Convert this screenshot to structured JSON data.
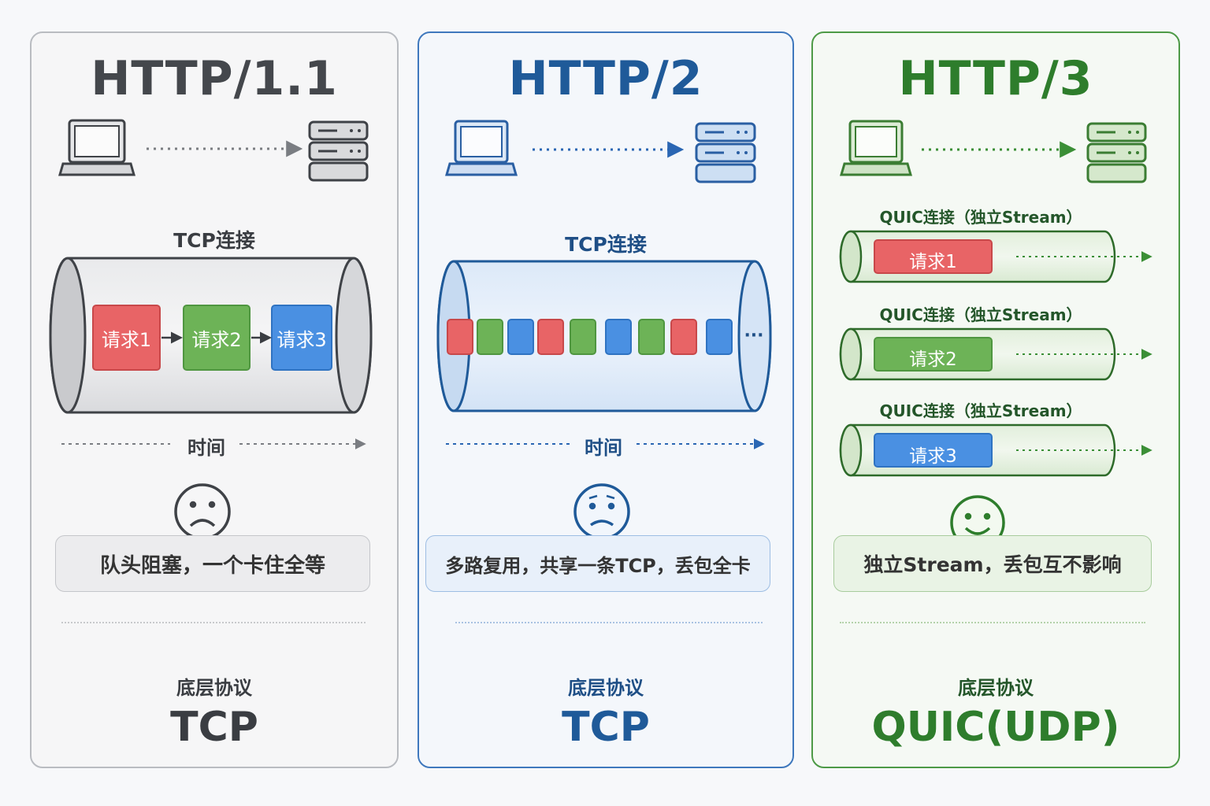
{
  "colors": {
    "gray": "#44474c",
    "blue": "#1f5a99",
    "green": "#2e7d2c",
    "red": "#e86466",
    "green_block": "#6db357",
    "blue_block": "#4a90e2"
  },
  "icons": {
    "client": "laptop-icon",
    "server": "server-icon"
  },
  "http11": {
    "title": "HTTP/1.1",
    "conn_label": "TCP连接",
    "requests": [
      "请求1",
      "请求2",
      "请求3"
    ],
    "time_label": "时间",
    "mood": "sad-face-icon",
    "note": "队头阻塞，一个卡住全等",
    "proto_label": "底层协议",
    "proto": "TCP"
  },
  "http2": {
    "title": "HTTP/2",
    "conn_label": "TCP连接",
    "frames": [
      "red",
      "green",
      "blue",
      "red",
      "green",
      "blue",
      "green",
      "red",
      "blue"
    ],
    "ellipsis": "···",
    "time_label": "时间",
    "mood": "worried-face-icon",
    "note": "多路复用，共享一条TCP，丢包全卡",
    "proto_label": "底层协议",
    "proto": "TCP"
  },
  "http3": {
    "title": "HTTP/3",
    "streams": [
      {
        "label": "QUIC连接（独立Stream）",
        "request": "请求1",
        "color": "red"
      },
      {
        "label": "QUIC连接（独立Stream）",
        "request": "请求2",
        "color": "green"
      },
      {
        "label": "QUIC连接（独立Stream）",
        "request": "请求3",
        "color": "blue"
      }
    ],
    "mood": "happy-face-icon",
    "note": "独立Stream，丢包互不影响",
    "proto_label": "底层协议",
    "proto": "QUIC(UDP)"
  }
}
